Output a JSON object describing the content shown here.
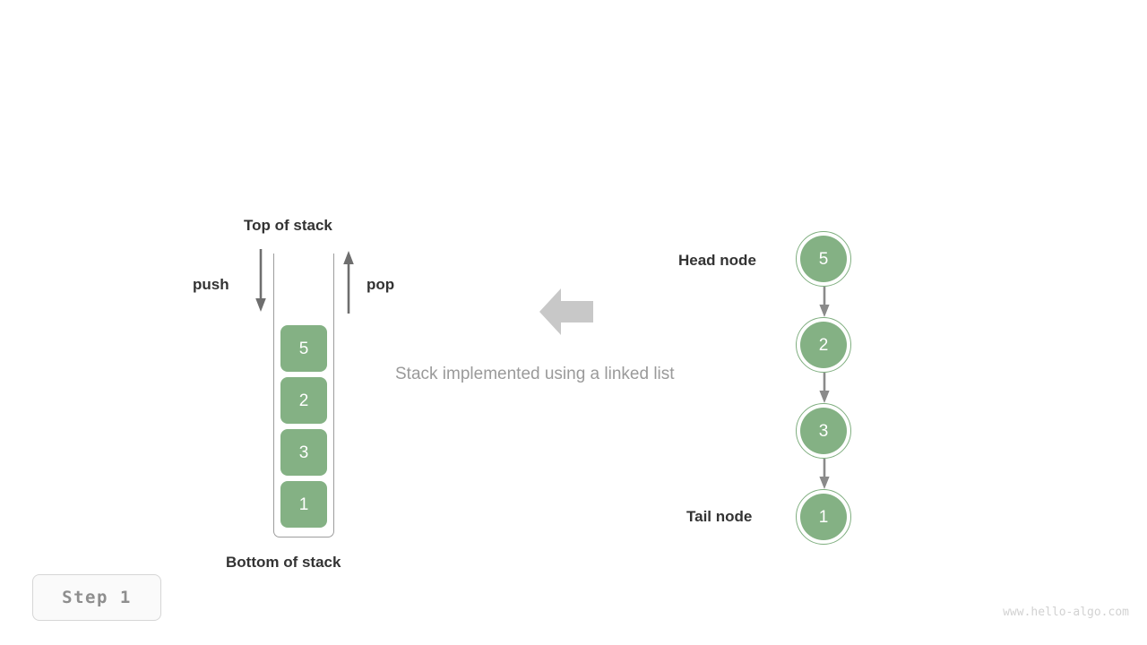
{
  "diagram": {
    "caption": "Stack implemented using a linked list",
    "colors": {
      "node_fill": "#84b184",
      "node_ring": "#7fae7f",
      "arrow_gray": "#6e6e6e",
      "wall_gray": "#9d9d9d",
      "center_arrow": "#c8c8c8",
      "label_dark": "#333333",
      "label_gray": "#9a9a9a"
    },
    "stack": {
      "top_label": "Top of stack",
      "bottom_label": "Bottom of stack",
      "push_label": "push",
      "pop_label": "pop",
      "values": [
        "5",
        "2",
        "3",
        "1"
      ]
    },
    "linked_list": {
      "head_label": "Head node",
      "tail_label": "Tail node",
      "values": [
        "5",
        "2",
        "3",
        "1"
      ]
    },
    "center_arrow_icon": "left-block-arrow-icon"
  },
  "step_badge": {
    "label": "Step 1"
  },
  "watermark": {
    "text": "www.hello-algo.com"
  }
}
